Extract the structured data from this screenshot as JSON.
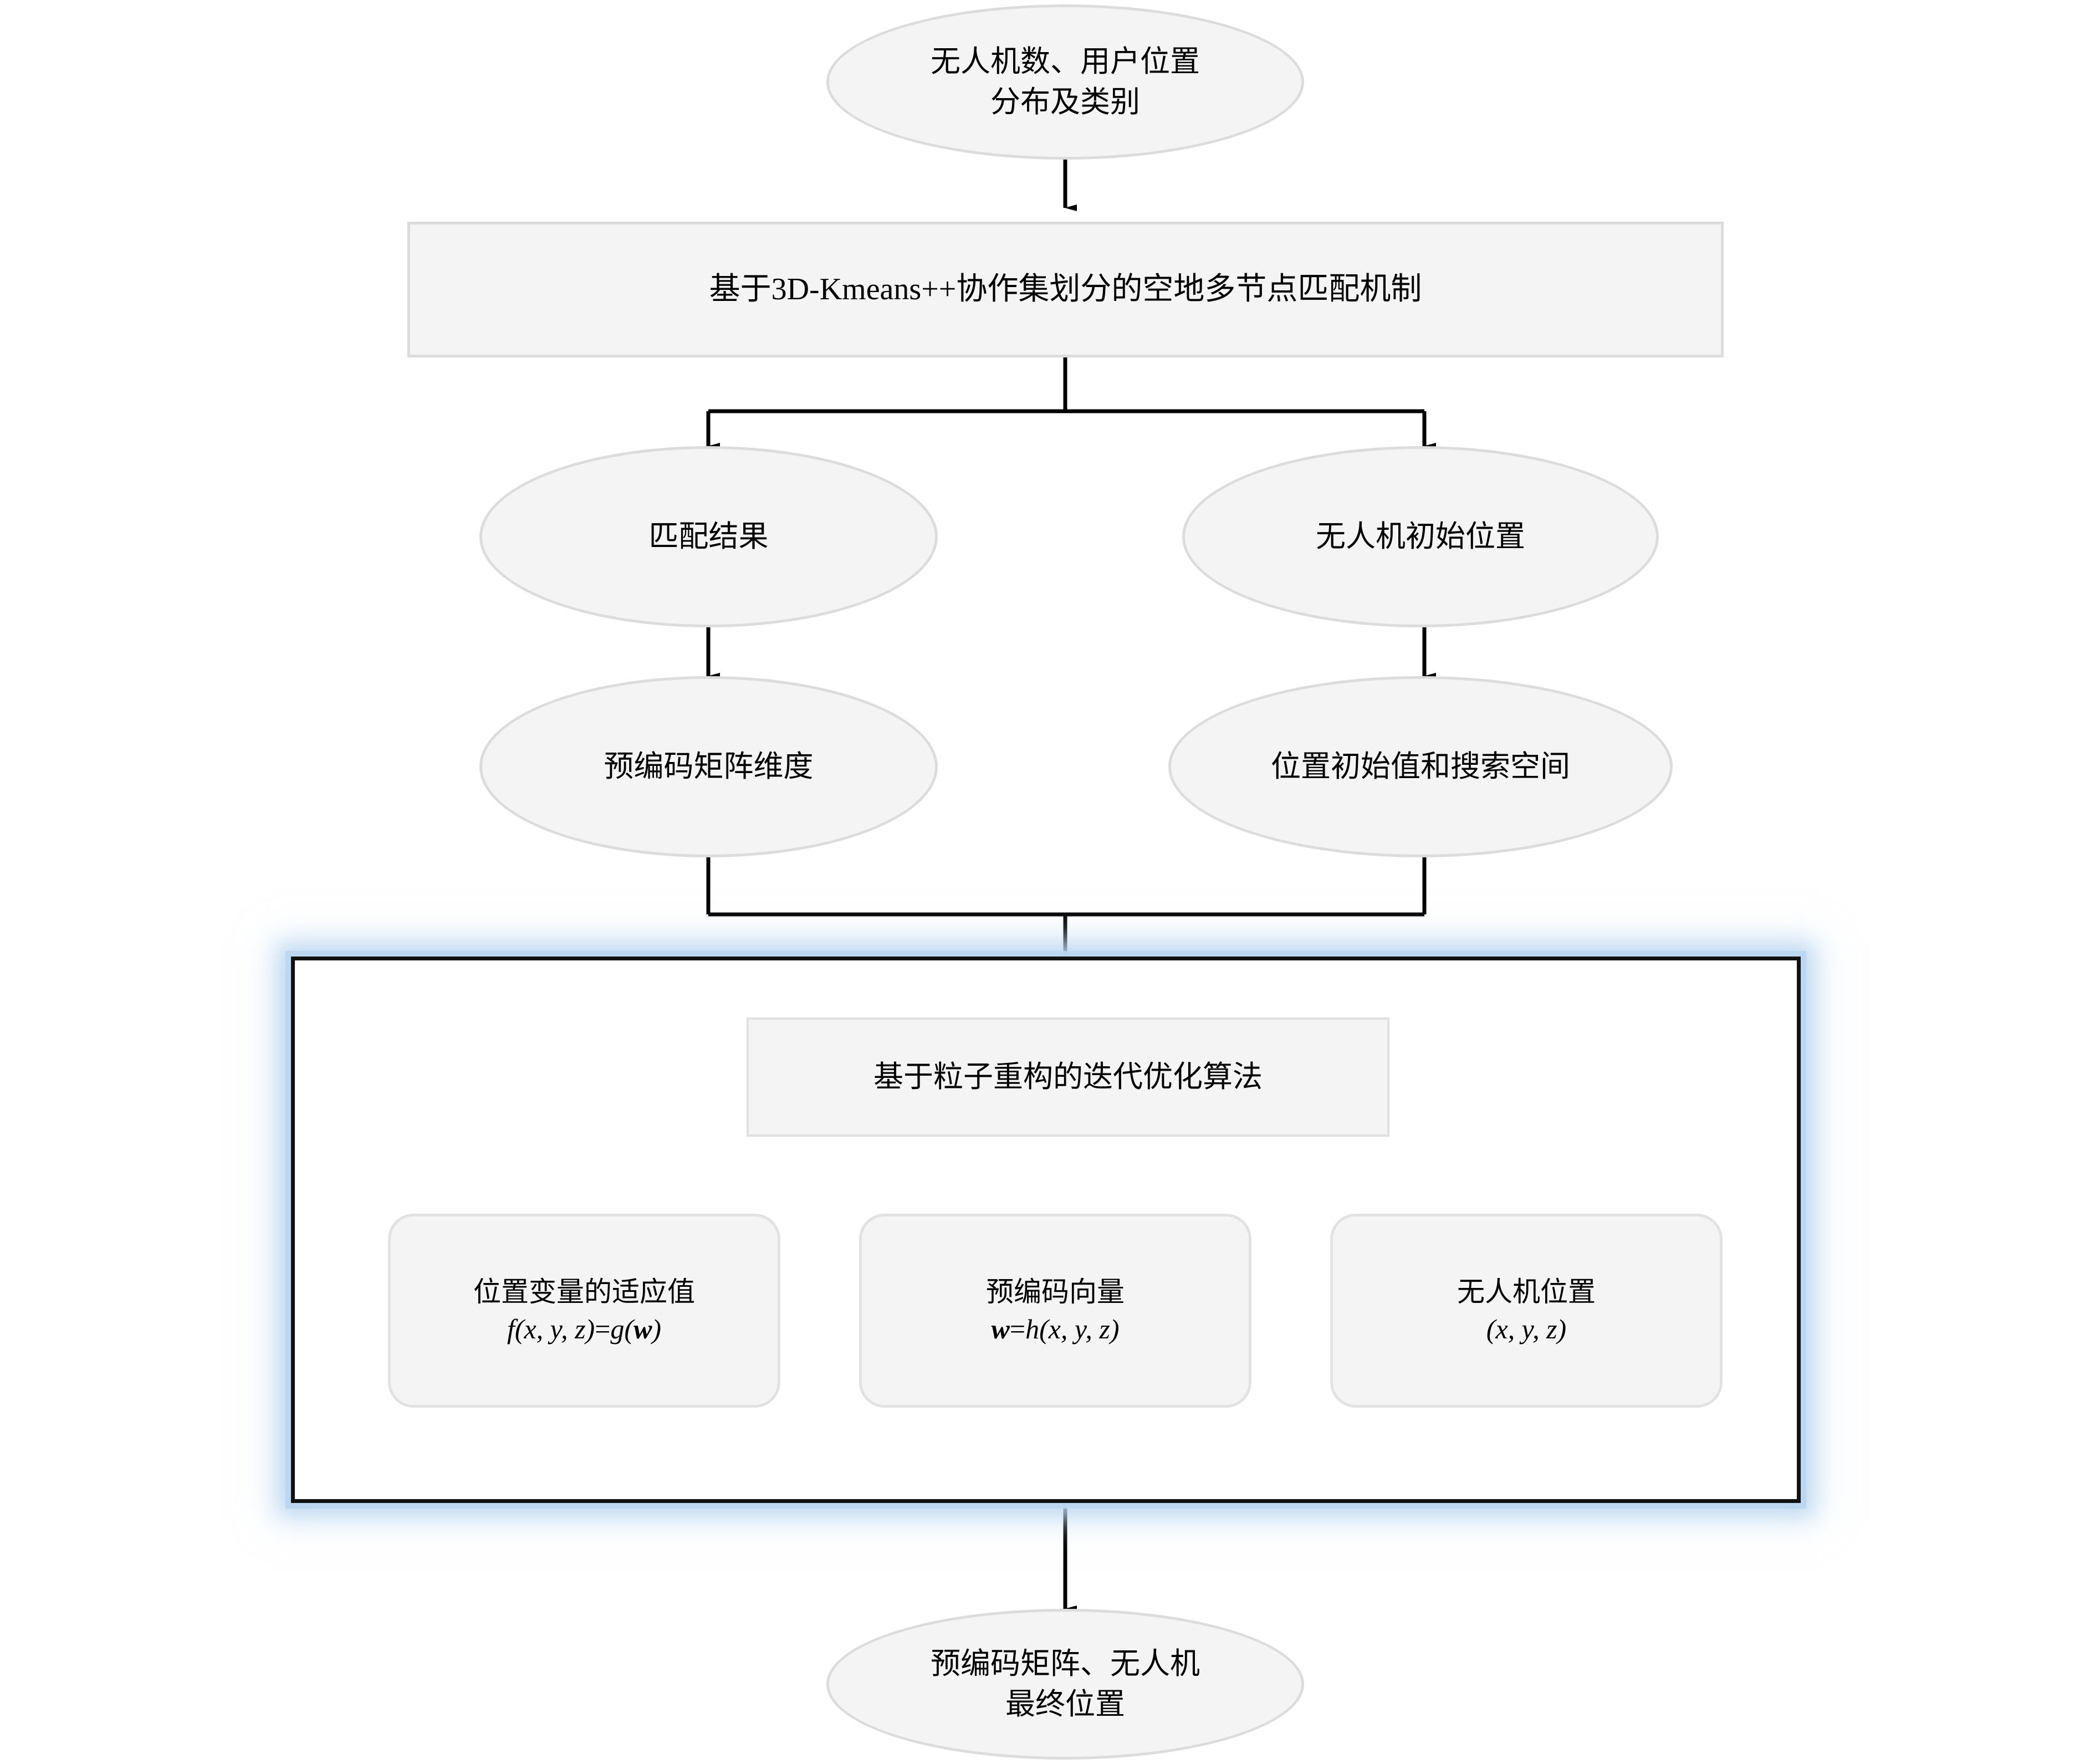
{
  "diagram": {
    "title_semantic": "uav-precoding-optimization-flowchart",
    "colors": {
      "node_fill": "#f4f4f4",
      "node_border": "#dcdcdc",
      "connector": "#000000",
      "highlight_border": "#111111",
      "highlight_glow": "#bad6f0",
      "background": "#ffffff"
    },
    "nodes": {
      "input_ellipse": {
        "line1": "无人机数、用户位置",
        "line2": "分布及类别"
      },
      "matching_process": {
        "label": "基于3D-Kmeans++协作集划分的空地多节点匹配机制"
      },
      "match_result_ellipse": {
        "label": "匹配结果"
      },
      "uav_initial_position_ellipse": {
        "label": "无人机初始位置"
      },
      "precoding_matrix_dim_ellipse": {
        "label": "预编码矩阵维度"
      },
      "position_init_search_space_ellipse": {
        "label": "位置初始值和搜索空间"
      },
      "algorithm_container": {
        "header": "基于粒子重构的迭代优化算法",
        "steps": [
          {
            "name": "fitness-of-position-variable",
            "label": "位置变量的适应值",
            "formula_parts": {
              "f": "f",
              "args": "(x, y, z)",
              "eq": "=",
              "g": "g",
              "open": "(",
              "vec": "w",
              "close": ")"
            },
            "formula_text": "f(x, y, z)=g(w)"
          },
          {
            "name": "precoding-vector",
            "label": "预编码向量",
            "formula_parts": {
              "vec": "w",
              "eq": "=",
              "h": "h",
              "args": "(x, y, z)"
            },
            "formula_text": "w=h(x, y, z)"
          },
          {
            "name": "uav-position",
            "label": "无人机位置",
            "formula_parts": {
              "args": "(x, y, z)"
            },
            "formula_text": "(x, y, z)"
          }
        ]
      },
      "output_ellipse": {
        "line1": "预编码矩阵、无人机",
        "line2": "最终位置"
      }
    },
    "connectors": [
      {
        "name": "input-to-matching",
        "type": "arrow-down"
      },
      {
        "name": "matching-split-to-match-result",
        "type": "arrow-down-branch-left"
      },
      {
        "name": "matching-split-to-uav-initial",
        "type": "arrow-down-branch-right"
      },
      {
        "name": "match-result-to-precoding-dim",
        "type": "arrow-down"
      },
      {
        "name": "uav-initial-to-position-init",
        "type": "arrow-down"
      },
      {
        "name": "merge-into-algorithm-container",
        "type": "arrow-down-merge"
      },
      {
        "name": "fitness-to-precoding-vector",
        "type": "arrow-right"
      },
      {
        "name": "precoding-vector-to-uav-position",
        "type": "arrow-right"
      },
      {
        "name": "uav-position-feedback-to-fitness",
        "type": "arrow-loop-back"
      },
      {
        "name": "algorithm-container-to-output",
        "type": "arrow-down"
      }
    ]
  }
}
